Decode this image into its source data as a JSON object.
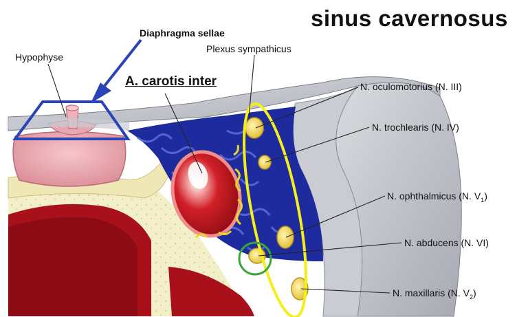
{
  "title": "sinus cavernosus",
  "labels": {
    "diaphragma": "Diaphragma sellae",
    "hypophyse": "Hypophyse",
    "plexus": "Plexus sympathicus",
    "carotis": "A. carotis inter",
    "oculomotorius": "N. oculomotorius (N. III)",
    "trochlearis": "N. trochlearis (N. IV)",
    "ophthalmicus_main": "N. ophthalmicus (N. V",
    "ophthalmicus_sub": "1",
    "ophthalmicus_end": ")",
    "abducens": "N. abducens (N. VI)",
    "maxillaris_main": "N. maxillaris (N. V",
    "maxillaris_sub": "2",
    "maxillaris_end": ")"
  },
  "colors": {
    "dura": "#b9bcc3",
    "bone": "#f3efc8",
    "sinus_blue": "#1d2b9e",
    "artery": "#d3202b",
    "nerve": "#f0d44a",
    "highlight_yellow": "#f4ee1a",
    "highlight_blue": "#2b44b5",
    "highlight_green": "#3aa53a",
    "sphenoid_red": "#a8101a"
  }
}
